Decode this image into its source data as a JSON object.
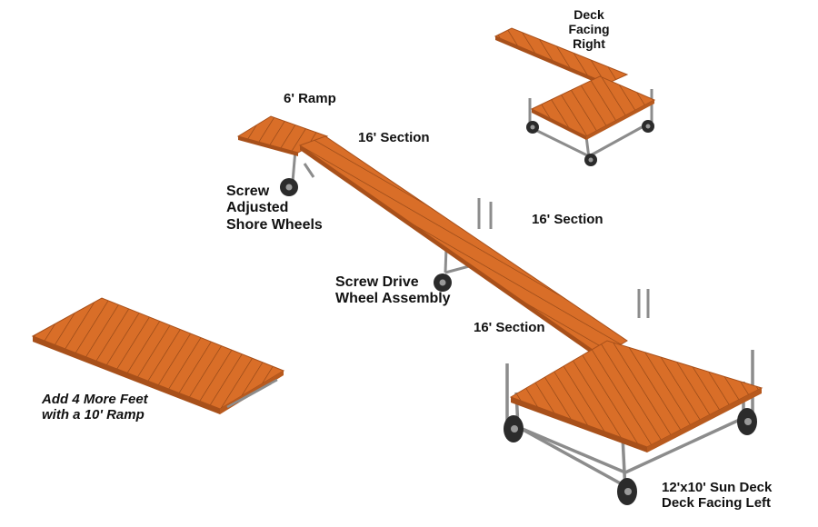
{
  "labels": {
    "ramp_6": "6' Ramp",
    "section_16_a": "16' Section",
    "section_16_b": "16' Section",
    "section_16_c": "16' Section",
    "shore_wheels": "Screw\nAdjusted\nShore Wheels",
    "wheel_assembly": "Screw Drive\nWheel Assembly",
    "deck_facing_right": "Deck\nFacing\nRight",
    "add_more_feet": "Add 4 More Feet\nwith a 10' Ramp",
    "sun_deck": "12'x10' Sun Deck\nDeck Facing Left"
  },
  "colors": {
    "decking": "#d96e28",
    "decking_dark": "#a8501a",
    "plank_line": "#8a4214",
    "frame_metal": "#8c8c8c",
    "wheel": "#2b2b2b",
    "label_text": "#111111"
  }
}
